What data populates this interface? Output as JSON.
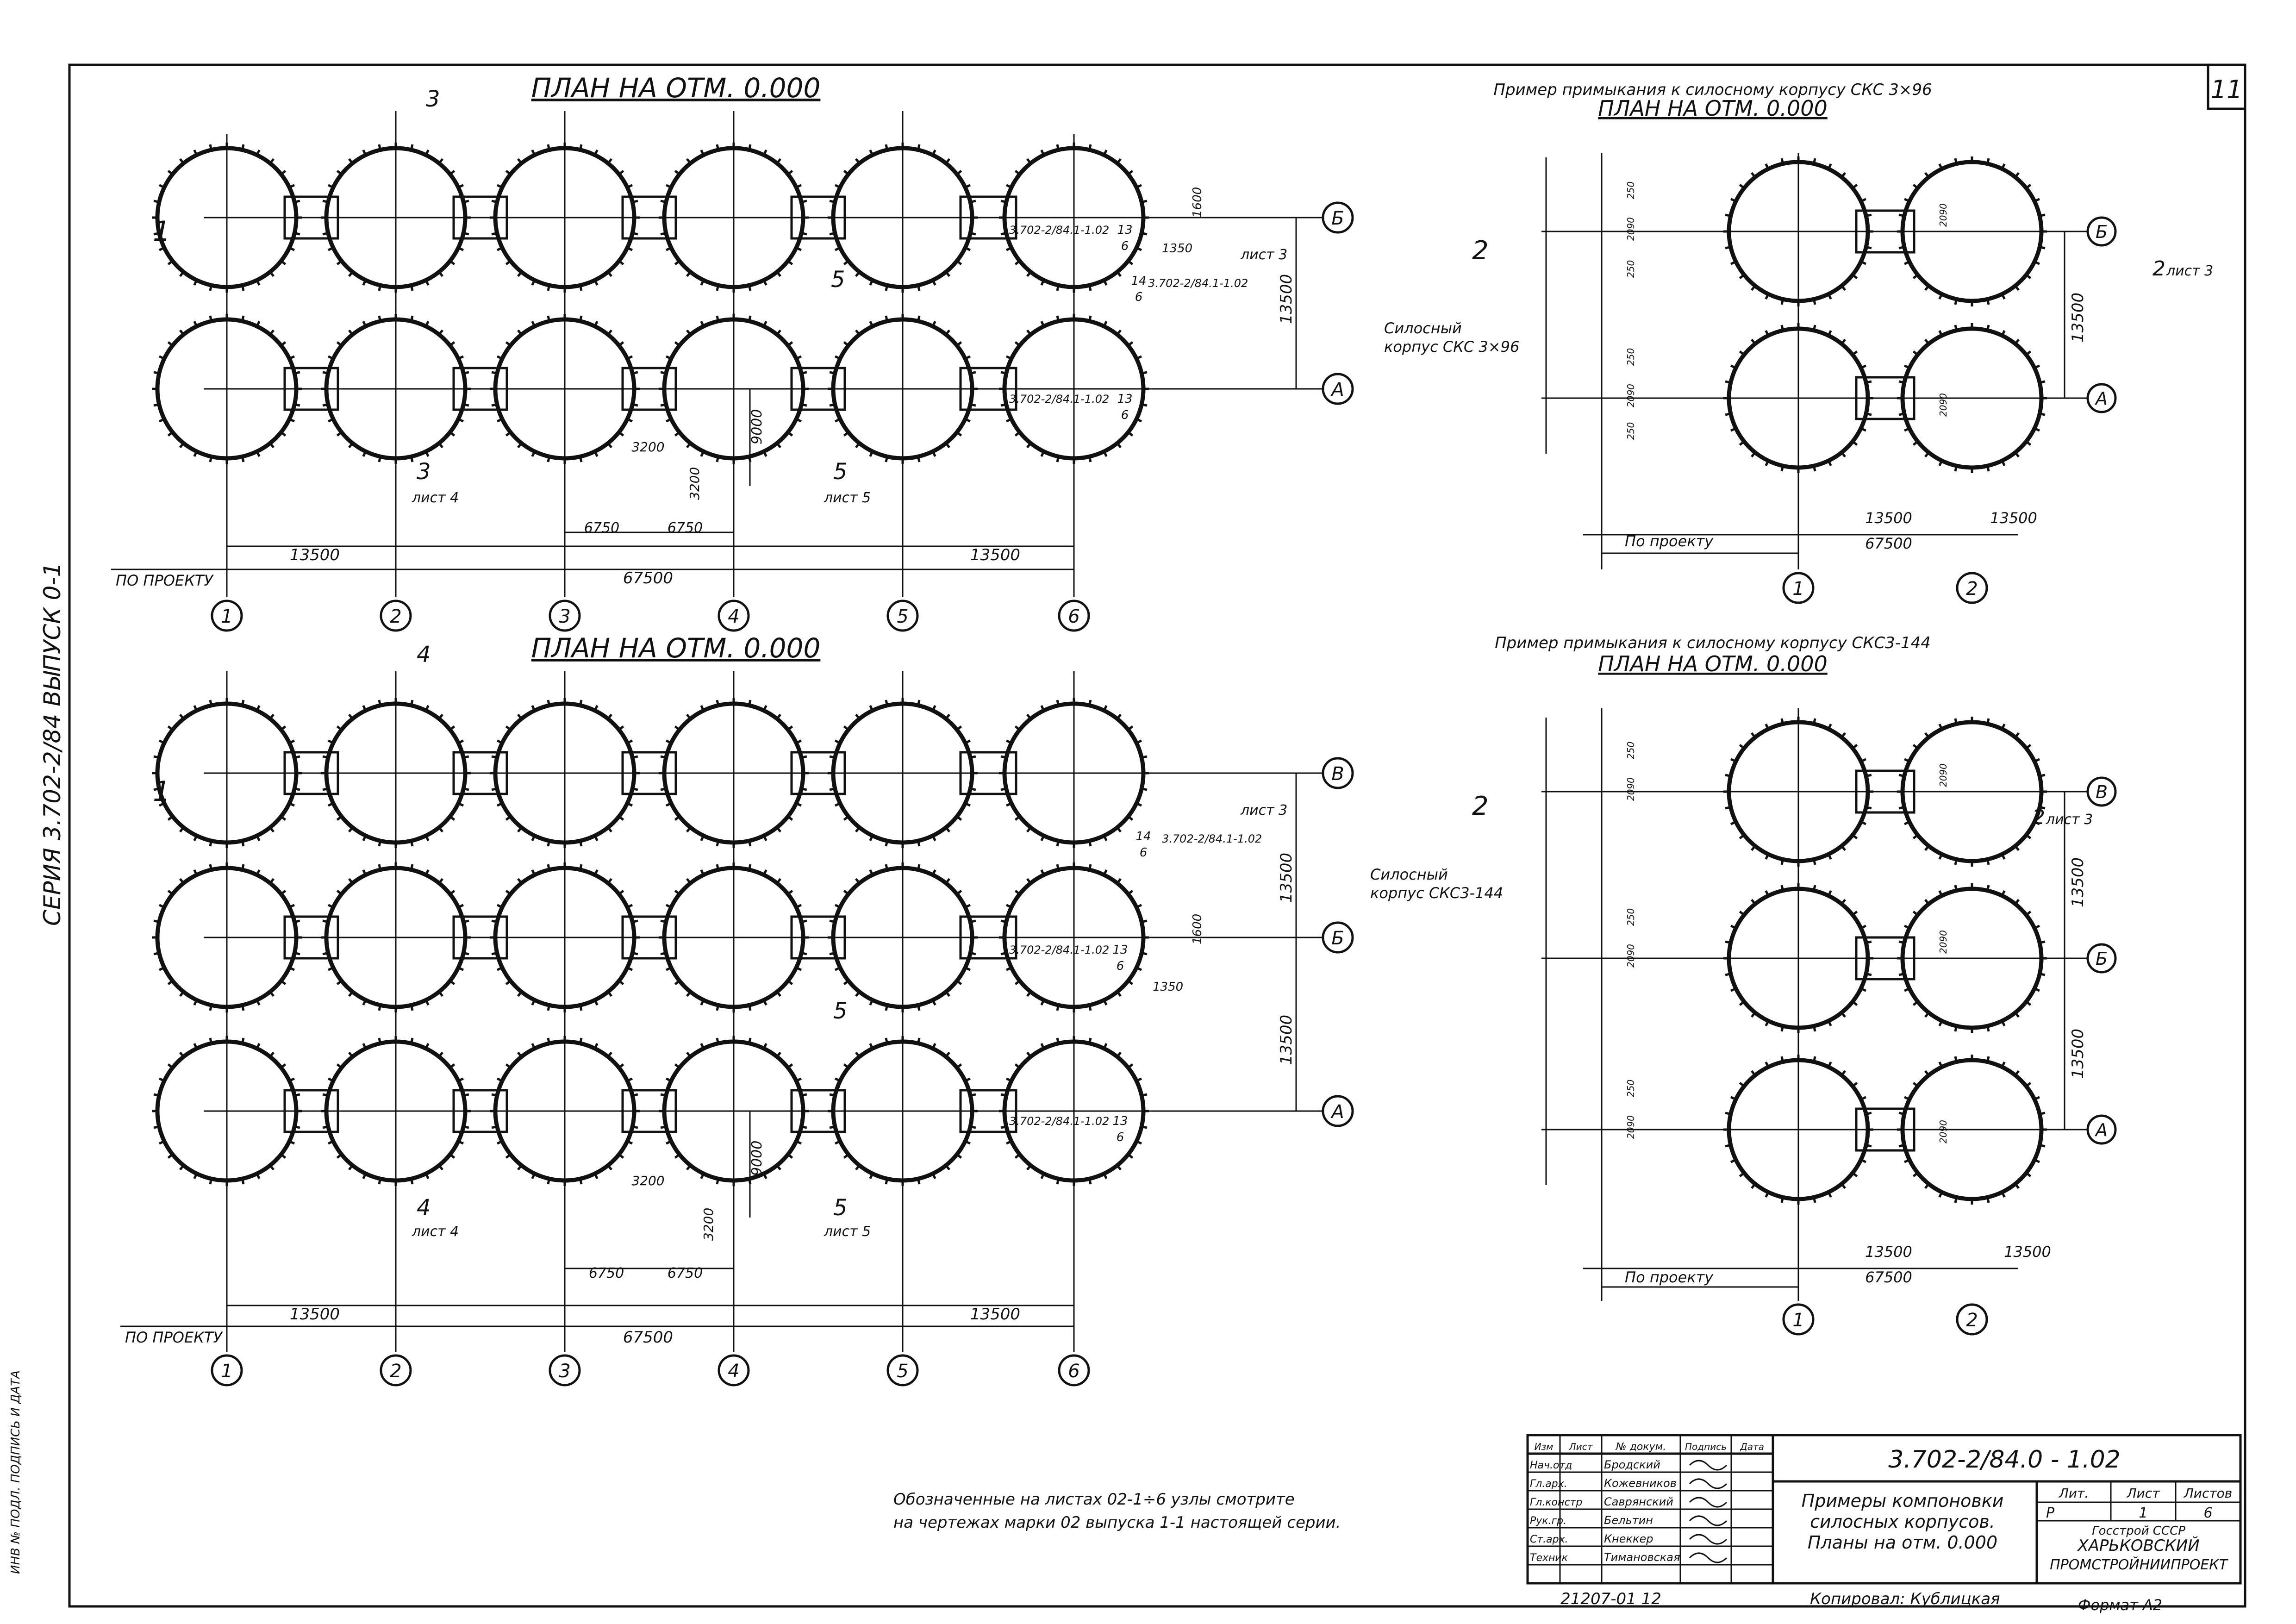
{
  "sheet": {
    "number": "11",
    "series_side": "СЕРИЯ 3.702-2/84 ВЫПУСК 0-1",
    "side_stamp": "ИНВ № ПОДЛ. ПОДПИСЬ И ДАТА"
  },
  "plan_top": {
    "title": "ПЛАН НА ОТМ. 0.000",
    "section_marks": [
      "3",
      "3",
      "5",
      "5"
    ],
    "sheet_refs": [
      "лист 3",
      "лист 4",
      "лист 5"
    ],
    "axes_x": [
      "1",
      "2",
      "3",
      "4",
      "5",
      "6"
    ],
    "axes_y": [
      "Б",
      "А"
    ],
    "dims": [
      "13500",
      "13500",
      "67500",
      "6750",
      "6750",
      "3200",
      "3200",
      "9000",
      "13500",
      "1350",
      "1600"
    ],
    "refs": [
      "3.702-2/84.1-1.02",
      "3.702-2/84.1-1.02",
      "3.702-2/84.1-1.02"
    ],
    "node_marks": [
      "13",
      "6",
      "14",
      "6",
      "13",
      "6"
    ],
    "by_project": "ПО ПРОЕКТУ",
    "side_mark": "1"
  },
  "plan_bottom": {
    "title": "ПЛАН НА ОТМ. 0.000",
    "section_marks": [
      "4",
      "4",
      "5",
      "5"
    ],
    "sheet_refs": [
      "лист 3",
      "лист 4",
      "лист 5"
    ],
    "axes_x": [
      "1",
      "2",
      "3",
      "4",
      "5",
      "6"
    ],
    "axes_y": [
      "В",
      "Б",
      "А"
    ],
    "dims": [
      "13500",
      "13500",
      "67500",
      "6750",
      "6750",
      "3200",
      "3200",
      "9000",
      "13500",
      "13500",
      "1350",
      "1600"
    ],
    "refs": [
      "3.702-2/84.1-1.02",
      "3.702-2/84.1-1.02",
      "3.702-2/84.1-1.02"
    ],
    "node_marks": [
      "14",
      "6",
      "13",
      "6",
      "13",
      "6"
    ],
    "by_project": "ПО ПРОЕКТУ",
    "side_mark": "1"
  },
  "example_1": {
    "caption": "Пример примыкания к силосному корпусу СКС 3×96",
    "title": "ПЛАН НА ОТМ. 0.000",
    "body_label_1": "Силосный",
    "body_label_2": "корпус СКС 3×96",
    "axes_x": [
      "1",
      "2"
    ],
    "axes_y": [
      "Б",
      "А"
    ],
    "dims": [
      "13500",
      "13500",
      "67500",
      "13500",
      "2090",
      "2090",
      "2090",
      "2090",
      "250",
      "250",
      "250",
      "250"
    ],
    "section_mark_left": "2",
    "section_mark_right": "2",
    "sheet_ref": "лист 3",
    "by_project": "По проекту"
  },
  "example_2": {
    "caption": "Пример примыкания к силосному корпусу СКС3-144",
    "title": "ПЛАН НА ОТМ. 0.000",
    "body_label_1": "Силосный",
    "body_label_2": "корпус СКС3-144",
    "axes_x": [
      "1",
      "2"
    ],
    "axes_y": [
      "В",
      "Б",
      "А"
    ],
    "dims": [
      "13500",
      "13500",
      "67500",
      "13500",
      "13500",
      "2090",
      "2090",
      "2090",
      "2090",
      "2090",
      "2090",
      "250",
      "250",
      "250"
    ],
    "section_mark_left": "2",
    "section_mark_right": "2",
    "sheet_ref": "лист 3",
    "by_project": "По проекту"
  },
  "note": {
    "line1": "Обозначенные на листах 02-1÷6 узлы смотрите",
    "line2": "на чертежах марки 02 выпуска 1-1 настоящей серии."
  },
  "title_block": {
    "code": "3.702-2/84.0 - 1.02",
    "title_line1": "Примеры компоновки",
    "title_line2": "силосных корпусов.",
    "title_line3": "Планы на отм. 0.000",
    "header_cols": [
      "Изм",
      "Лист",
      "№ докум.",
      "Подпись",
      "Дата"
    ],
    "roles": [
      "Нач.отд",
      "Гл.арх.",
      "Гл.констр",
      "Рук.гр.",
      "Ст.арх.",
      "Техник"
    ],
    "names": [
      "Бродский",
      "Кожевников",
      "Саврянский",
      "Бельтин",
      "Кнеккер",
      "Тимановская"
    ],
    "lit_label": "Лит.",
    "sheet_label": "Лист",
    "sheets_label": "Листов",
    "lit_value": "Р",
    "sheet_value": "1",
    "sheets_value": "6",
    "org_line1": "Госстрой СССР",
    "org_line2": "ХАРЬКОВСКИЙ",
    "org_line3": "ПРОМСТРОЙНИИПРОЕКТ",
    "doc_number": "21207-01  12",
    "copied": "Копировал: Кублицкая",
    "format": "Формат А2"
  }
}
